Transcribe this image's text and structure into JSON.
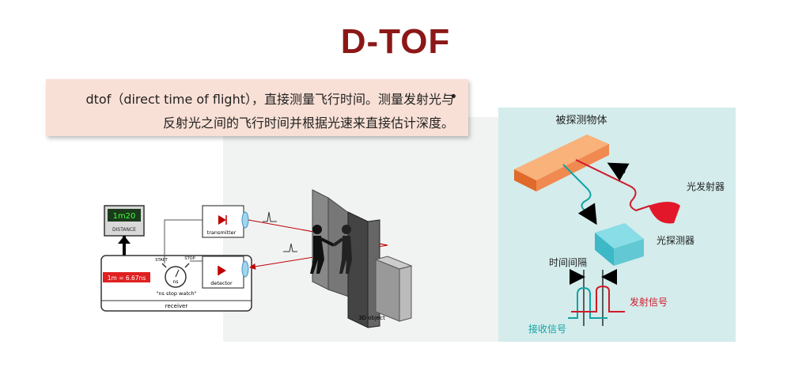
{
  "title": "D-TOF",
  "bullet": "•",
  "description": {
    "line1": "dtof（direct time of flight），直接测量飞行时间。测量发射光与",
    "line2": "反射光之间的飞行时间并根据光速来直接估计深度。"
  },
  "left_diagram": {
    "display_value": "1m20",
    "display_label": "DISTANCE",
    "time_readout": "1m = 6.67ns",
    "transmitter_label": "transmitter",
    "detector_label": "detector",
    "stopwatch_quote": "\"ns stop watch\"",
    "receiver_label": "receiver",
    "start_label": "START",
    "stop_label": "STOP",
    "ns_label": "ns",
    "object_label": "3D object"
  },
  "right_diagram": {
    "object_label": "被探测物体",
    "emitter_label": "光发射器",
    "detector_label": "光探测器",
    "interval_label": "时间间隔",
    "emit_signal_label": "发射信号",
    "receive_signal_label": "接收信号"
  }
}
